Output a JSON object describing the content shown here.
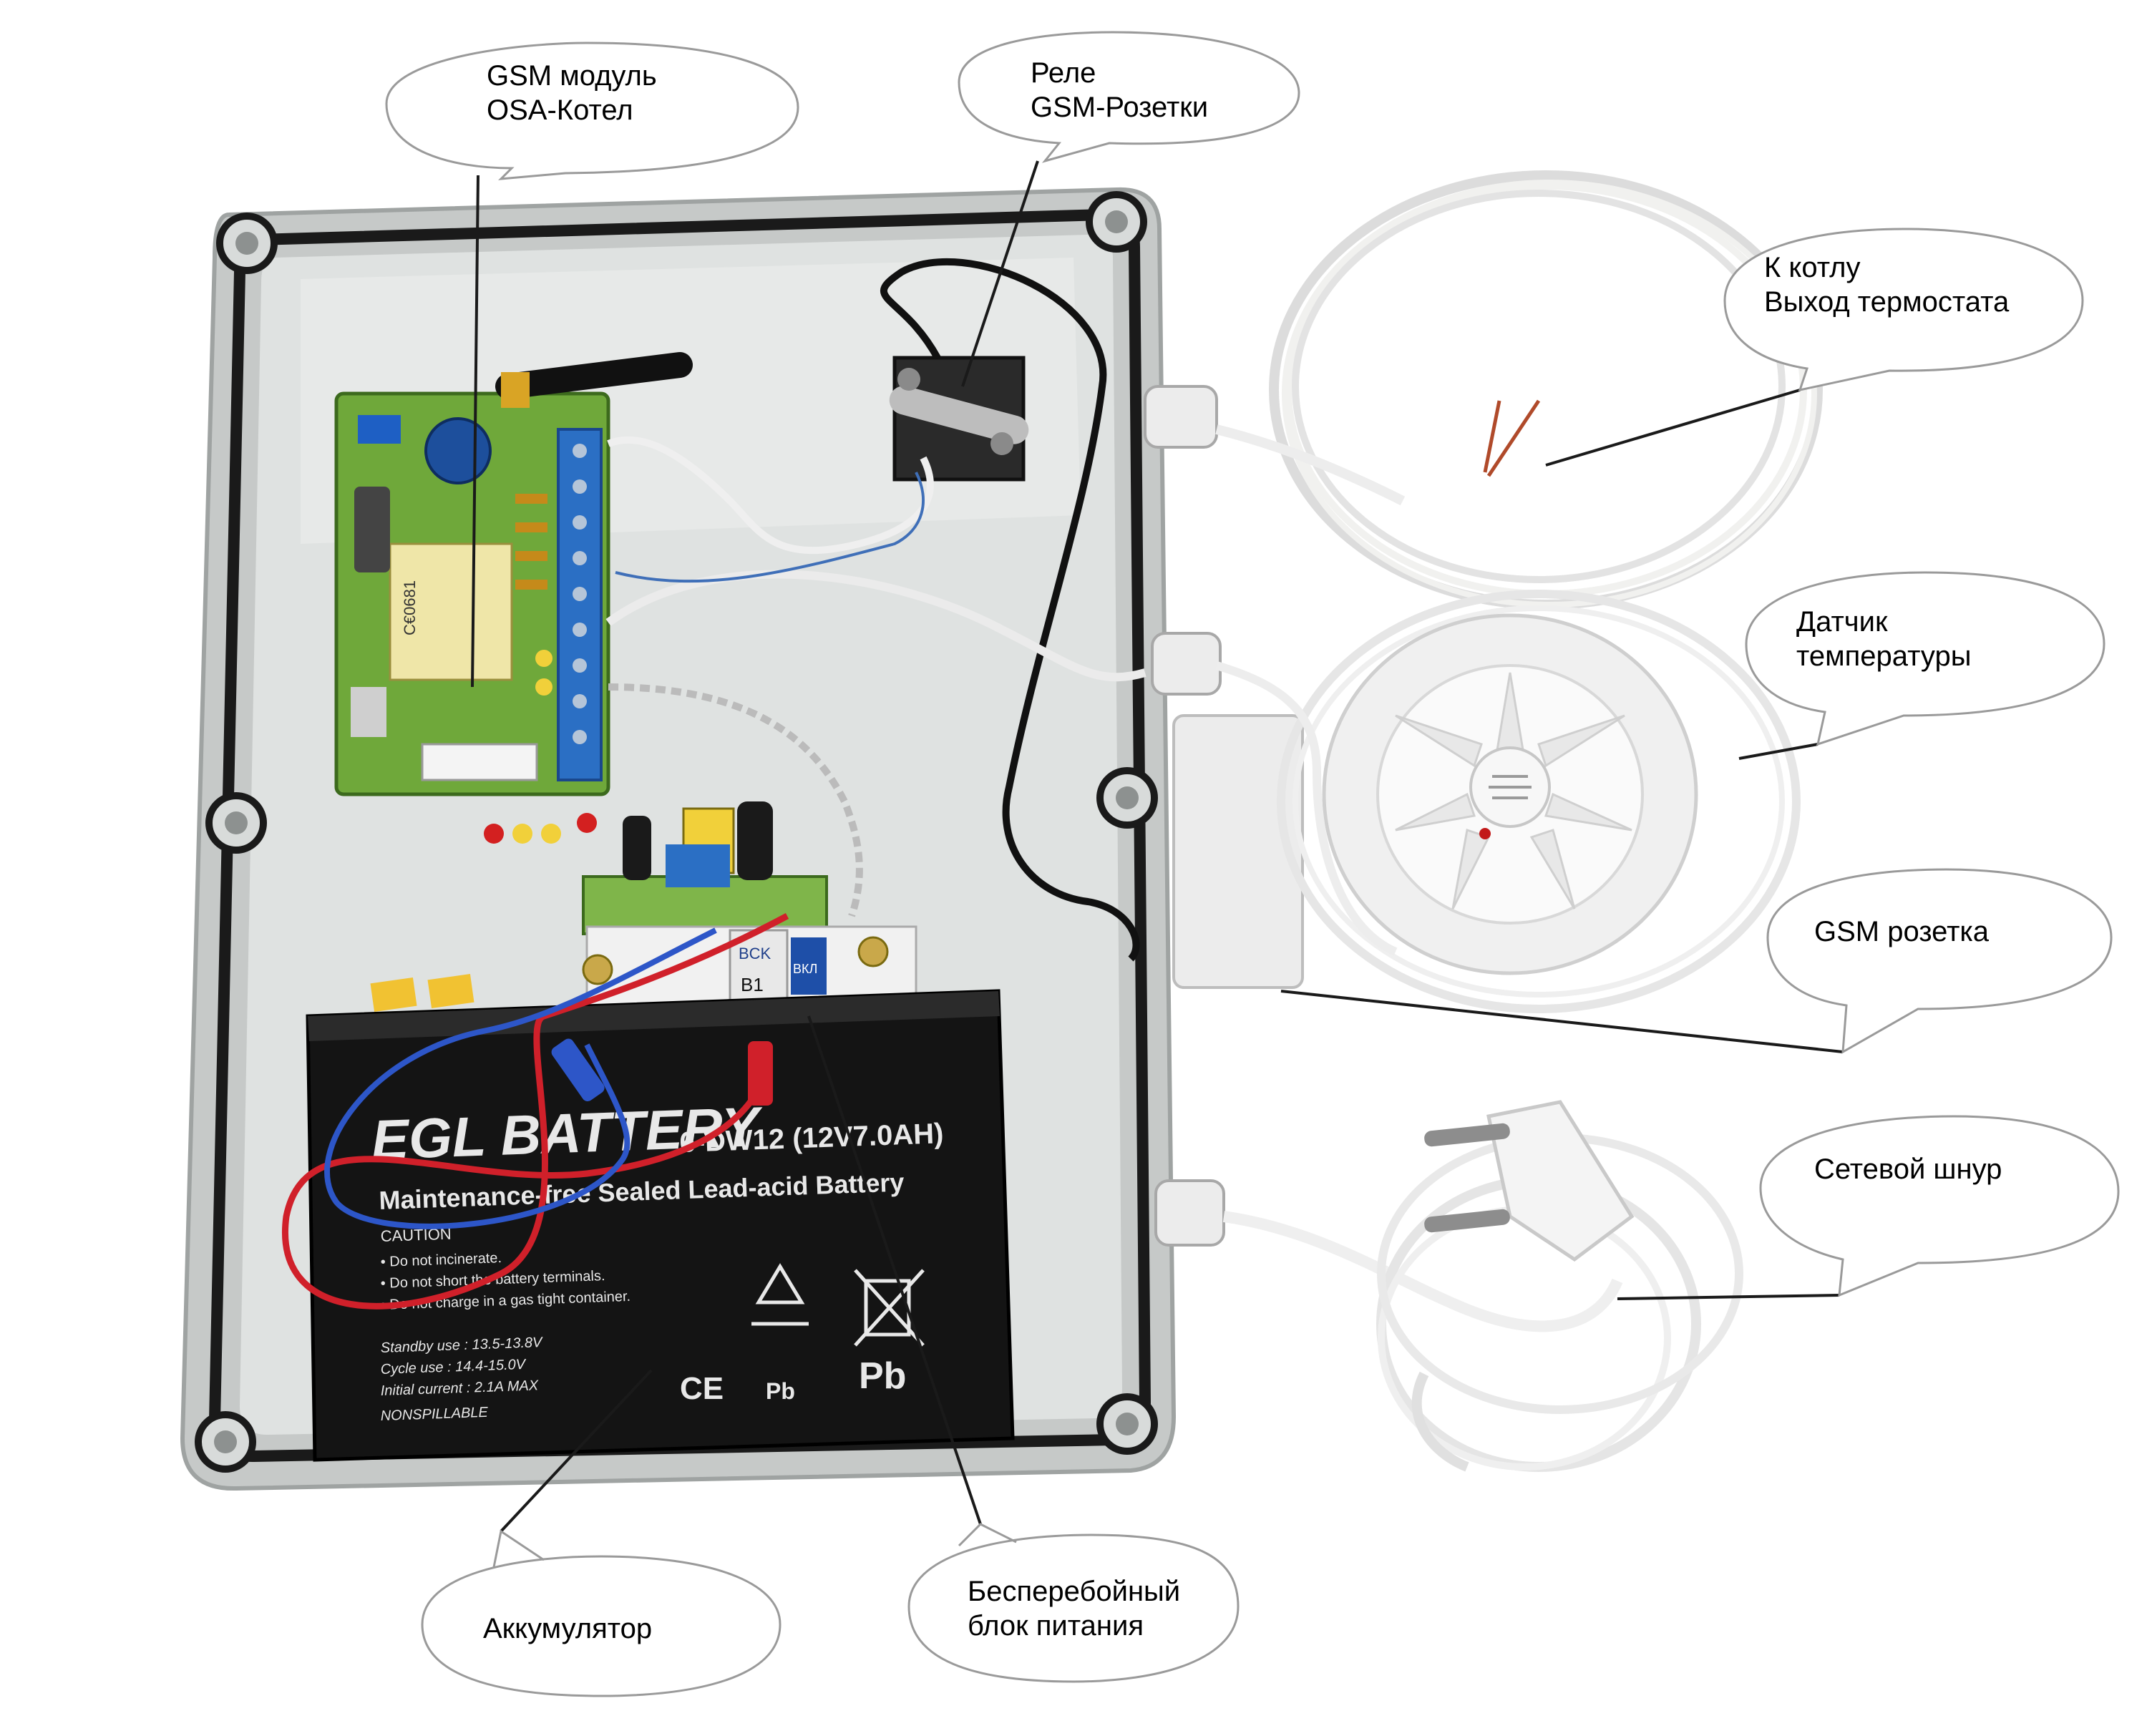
{
  "callouts": {
    "gsm_module": {
      "line1": "GSM  модуль",
      "line2": "OSA-Котел"
    },
    "relay": {
      "line1": "Реле",
      "line2": "GSM-Розетки"
    },
    "boiler": {
      "line1": "К котлу",
      "line2": "Выход термостата"
    },
    "temp_sensor": {
      "line1": "Датчик",
      "line2": "температуры"
    },
    "gsm_socket": {
      "line1": "GSM розетка"
    },
    "power_cord": {
      "line1": "Сетевой шнур"
    },
    "battery": {
      "line1": "Аккумулятор"
    },
    "ups": {
      "line1": "Бесперебойный",
      "line2": "блок питания"
    }
  },
  "battery_label": {
    "brand": "EGL BATTERY",
    "model": "6-DW12 (12V7.0AH)",
    "subtitle": "Maintenance-free Sealed Lead-acid Battery",
    "caution": "CAUTION",
    "warn1": "• Do not incinerate.",
    "warn2": "• Do not short the battery terminals.",
    "warn3": "• Do not charge in a gas tight container.",
    "standby": "Standby use : 13.5-13.8V",
    "cycle": "Cycle use      : 14.4-15.0V",
    "initial": "Initial current : 2.1A MAX",
    "nonspill": "NONSPILLABLE",
    "ce": "CE",
    "pb": "Pb",
    "pb2": "Pb"
  },
  "breaker_label": {
    "brand": "BCK",
    "model": "B1",
    "on": "ВКЛ"
  },
  "board_label": {
    "ce": "C€0681"
  },
  "colors": {
    "enclosure": "#cfd2d1",
    "enclosure_inner": "#e4e6e5",
    "gasket": "#1a1a1a",
    "pcb": "#6fa83a",
    "terminal_blue": "#2b6fc4",
    "battery": "#141414",
    "wire_red": "#d0202a",
    "wire_blue": "#2d56c8",
    "cable_white": "#f2f2f0"
  }
}
